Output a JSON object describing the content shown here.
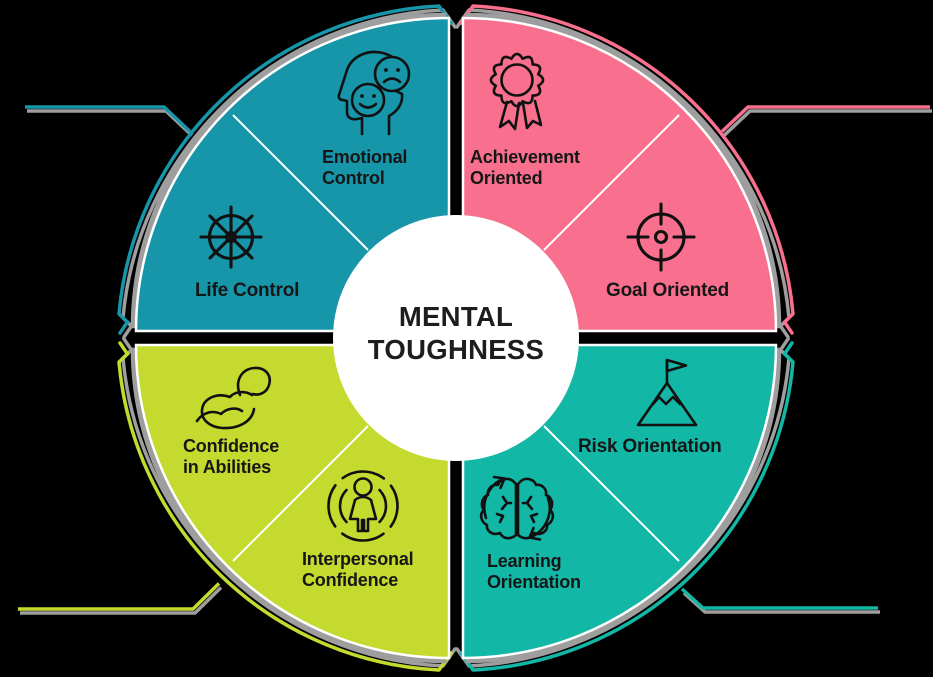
{
  "background": "#000000",
  "center": {
    "title": "MENTAL\nTOUGHNESS",
    "bg": "#ffffff",
    "text_color": "#1d1d1d"
  },
  "colors": {
    "teal": "#1795a9",
    "pink": "#f8708e",
    "lime": "#c4da2e",
    "turquoise": "#12b7a6",
    "shadow": "#9e9e9e",
    "label_ink": "#161616",
    "icon_ink": "#111111"
  },
  "segments": [
    {
      "name": "emotional-control",
      "label": "Emotional\nControl",
      "icon": "head-faces-icon",
      "quadrant": "top-left",
      "color": "#1795a9"
    },
    {
      "name": "life-control",
      "label": "Life Control",
      "icon": "ship-wheel-icon",
      "quadrant": "top-left",
      "color": "#1795a9"
    },
    {
      "name": "achievement-oriented",
      "label": "Achievement\nOriented",
      "icon": "award-ribbon-icon",
      "quadrant": "top-right",
      "color": "#f8708e"
    },
    {
      "name": "goal-oriented",
      "label": "Goal Oriented",
      "icon": "target-icon",
      "quadrant": "top-right",
      "color": "#f8708e"
    },
    {
      "name": "confidence-in-abilities",
      "label": "Confidence\nin Abilities",
      "icon": "bicep-icon",
      "quadrant": "bottom-left",
      "color": "#c4da2e"
    },
    {
      "name": "interpersonal-confidence",
      "label": "Interpersonal\nConfidence",
      "icon": "person-circle-icon",
      "quadrant": "bottom-left",
      "color": "#c4da2e"
    },
    {
      "name": "risk-orientation",
      "label": "Risk Orientation",
      "icon": "mountain-flag-icon",
      "quadrant": "bottom-right",
      "color": "#12b7a6"
    },
    {
      "name": "learning-orientation",
      "label": "Learning\nOrientation",
      "icon": "brain-cycle-icon",
      "quadrant": "bottom-right",
      "color": "#12b7a6"
    }
  ]
}
